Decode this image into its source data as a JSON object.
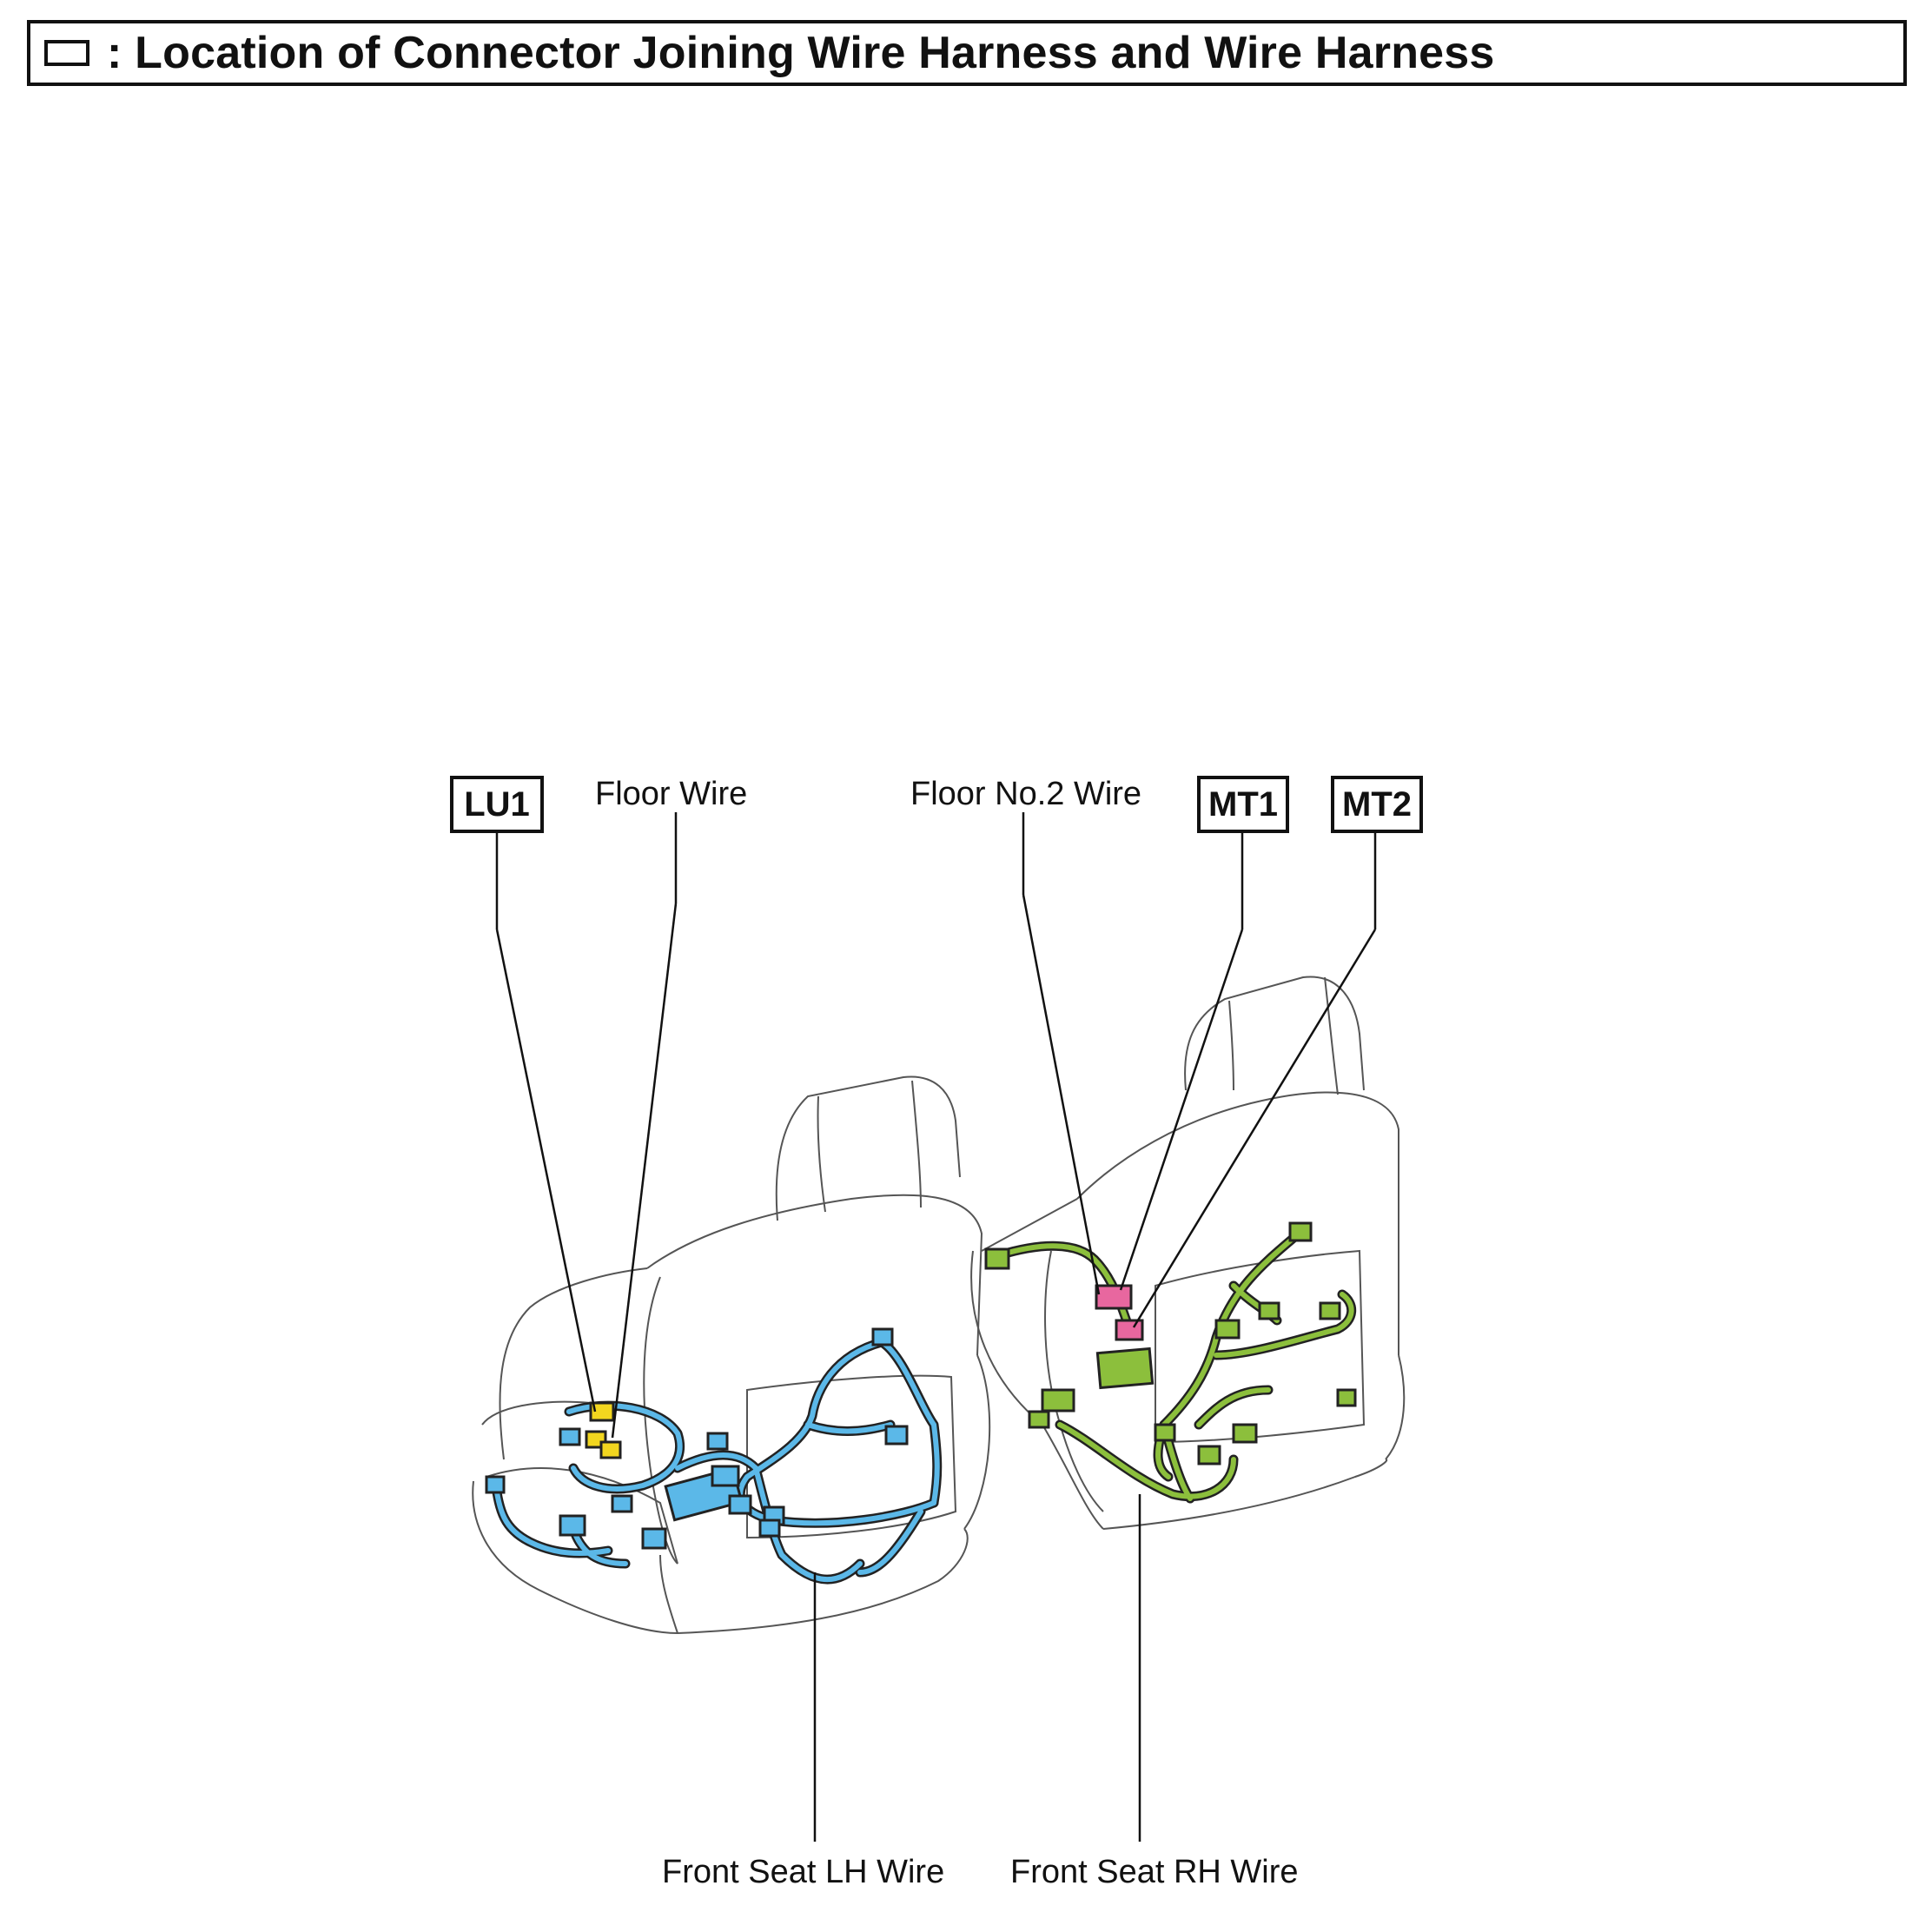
{
  "title": {
    "symbol_icon": "connector-box-icon",
    "text": ": Location of Connector Joining Wire Harness and Wire Harness"
  },
  "labels": {
    "floor_wire": "Floor Wire",
    "floor_no2_wire": "Floor No.2 Wire",
    "front_seat_lh_wire": "Front Seat LH Wire",
    "front_seat_rh_wire": "Front Seat RH Wire"
  },
  "connectors": {
    "lu1": "LU1",
    "mt1": "MT1",
    "mt2": "MT2"
  },
  "colors": {
    "front_seat_lh_wire": "#5bb8e8",
    "front_seat_rh_wire": "#8cbf3c",
    "floor_wire": "#f2d61f",
    "floor_no2_wire": "#e8679f",
    "line": "#111111"
  }
}
